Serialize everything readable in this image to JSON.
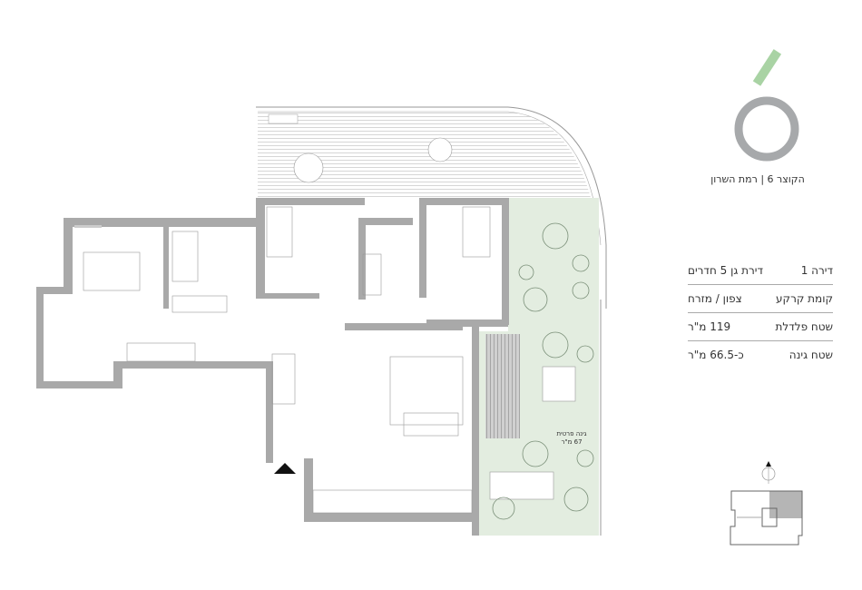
{
  "logo": {
    "name": "ó",
    "colors": {
      "accent": "#a9d3a4",
      "ring": "#a7a9ab"
    }
  },
  "project": {
    "title": "הקוצר 6 | רמת השרון"
  },
  "specs": [
    {
      "label": "דירה 1",
      "value": "דירת גן 5 חדרים"
    },
    {
      "label": "קומת קרקע",
      "value": "צפון / מזרח"
    },
    {
      "label": "שטח פלדלת",
      "value": "119 מ\"ר"
    },
    {
      "label": "שטח גינה",
      "value": "כ-66.5 מ\"ר"
    }
  ],
  "plan": {
    "garden_label": "גינה פרטית",
    "garden_area": "67 מ\"ר",
    "colors": {
      "wall": "#a9a9a9",
      "garden": "#e3ede0",
      "deck": "#9a9a9a",
      "key_highlight": "#b5b5b5"
    },
    "icons": [
      "entrance-arrow-icon",
      "north-arrow-icon",
      "key-plan"
    ]
  }
}
